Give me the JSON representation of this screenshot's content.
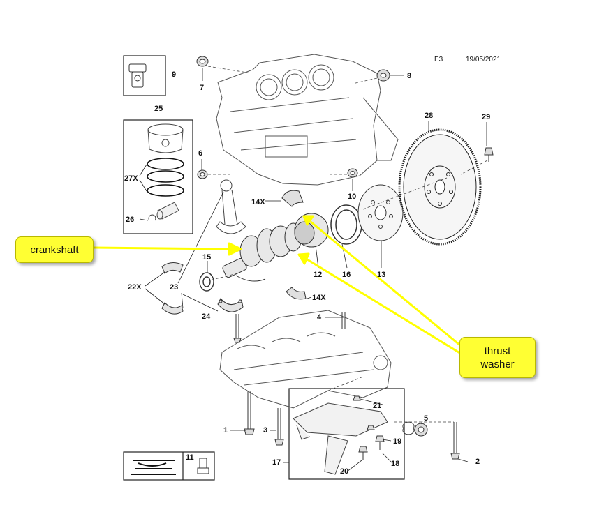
{
  "header": {
    "code": "E3",
    "date": "19/05/2021"
  },
  "callouts": {
    "crankshaft": "crankshaft",
    "thrust_washer": "thrust\nwasher"
  },
  "labels": {
    "p1": "1",
    "p2": "2",
    "p3": "3",
    "p4": "4",
    "p5": "5",
    "p6": "6",
    "p7": "7",
    "p8": "8",
    "p9": "9",
    "p10": "10",
    "p11": "11",
    "p12": "12",
    "p13": "13",
    "p14a": "14X",
    "p14b": "14X",
    "p15": "15",
    "p16": "16",
    "p17": "17",
    "p18": "18",
    "p19": "19",
    "p20": "20",
    "p21": "21",
    "p22": "22X",
    "p23": "23",
    "p24": "24",
    "p25": "25",
    "p26": "26",
    "p27": "27X",
    "p28": "28",
    "p29": "29"
  },
  "colors": {
    "callout_fill": "#ffff33",
    "line": "#222222",
    "part": "#555555"
  }
}
